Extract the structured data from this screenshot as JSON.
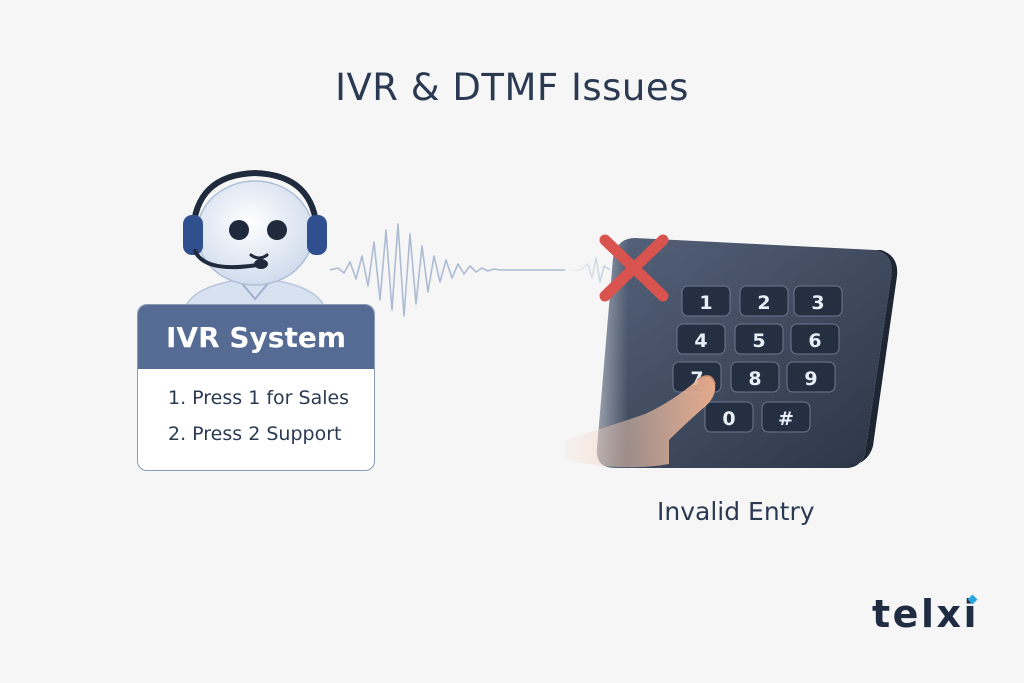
{
  "header": {
    "title": "IVR & DTMF Issues"
  },
  "ivr_card": {
    "title": "IVR System",
    "items": [
      "1. Press 1 for Sales",
      "2. Press 2 Support"
    ]
  },
  "keypad": {
    "keys": [
      "1",
      "2",
      "3",
      "4",
      "5",
      "6",
      "7",
      "8",
      "9",
      "0",
      "#"
    ],
    "status_label": "Invalid Entry"
  },
  "brand": {
    "name": "telxi"
  },
  "colors": {
    "title": "#2b3a52",
    "card_header": "#566b93",
    "keypad_body": "#3b4659",
    "error_cross": "#d9534f",
    "brand_accent": "#2aa6df"
  }
}
